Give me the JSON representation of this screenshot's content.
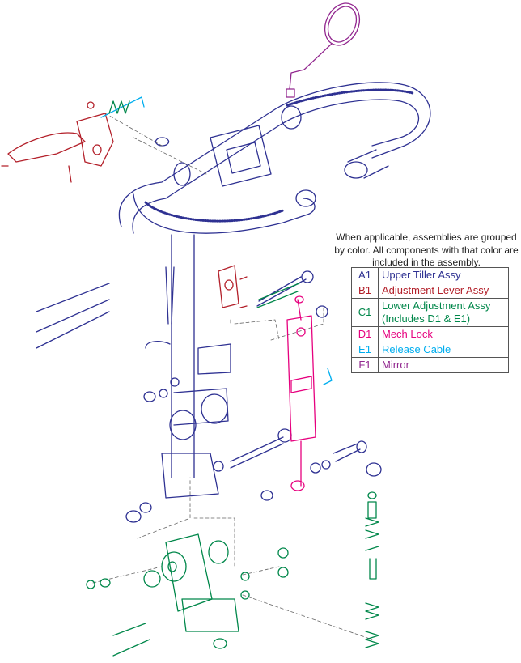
{
  "legend": {
    "note": "When applicable, assemblies are grouped by color. All components with that color are included in the assembly.",
    "rows": [
      {
        "code": "A1",
        "label": "Upper Tiller Assy",
        "color": "#2e3192"
      },
      {
        "code": "B1",
        "label": "Adjustment Lever Assy",
        "color": "#b3202a"
      },
      {
        "code": "C1",
        "label": "Lower Adjustment Assy (Includes D1 & E1)",
        "color": "#00874a"
      },
      {
        "code": "D1",
        "label": "Mech Lock",
        "color": "#e6007e"
      },
      {
        "code": "E1",
        "label": "Release Cable",
        "color": "#00aeef"
      },
      {
        "code": "F1",
        "label": "Mirror",
        "color": "#92278f"
      }
    ]
  }
}
